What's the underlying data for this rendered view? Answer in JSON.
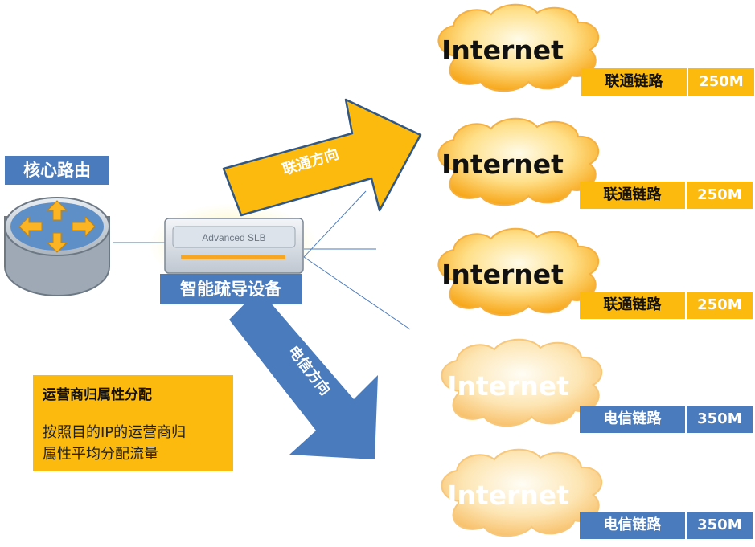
{
  "core_router": {
    "label": "核心路由",
    "icon": "router-icon"
  },
  "slb_device": {
    "screen_text": "Advanced SLB",
    "label": "智能疏导设备",
    "icon": "load-balancer-icon"
  },
  "directions": {
    "unicom": "联通方向",
    "telecom": "电信方向"
  },
  "policy": {
    "title": "运营商归属性分配",
    "desc_line1": "按照目的IP的运营商归",
    "desc_line2": "属性平均分配流量"
  },
  "links": [
    {
      "cloud": "Internet",
      "name": "联通链路",
      "bandwidth": "250M",
      "carrier": "unicom"
    },
    {
      "cloud": "Internet",
      "name": "联通链路",
      "bandwidth": "250M",
      "carrier": "unicom"
    },
    {
      "cloud": "Internet",
      "name": "联通链路",
      "bandwidth": "250M",
      "carrier": "unicom"
    },
    {
      "cloud": "Internet",
      "name": "电信链路",
      "bandwidth": "350M",
      "carrier": "telecom"
    },
    {
      "cloud": "Internet",
      "name": "电信链路",
      "bandwidth": "350M",
      "carrier": "telecom"
    }
  ],
  "colors": {
    "unicom": "#fcba0e",
    "telecom": "#4a7bbd",
    "cloud_dark": "#fbb423",
    "cloud_light": "#fcd495"
  }
}
